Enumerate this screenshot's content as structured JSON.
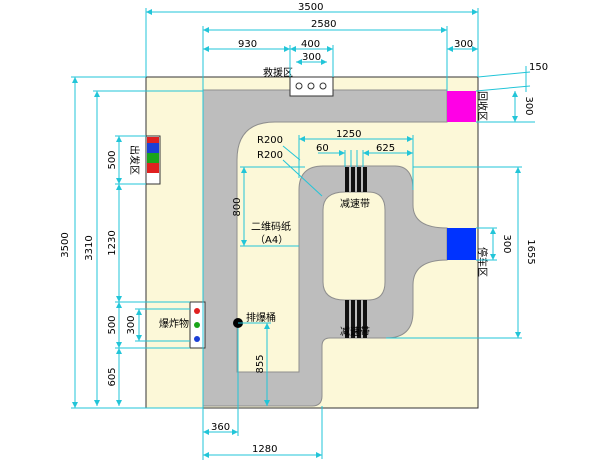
{
  "colors": {
    "board": "#fcf8d8",
    "track": "#bdbdbd",
    "track_edge": "#8e8e8e",
    "dim_line": "#22c5d8",
    "return_zone": "#ff00e6",
    "parking_zone": "#0033ff",
    "bump_stripe": "#111111"
  },
  "dimensions": {
    "total_width": "3500",
    "width_2580": "2580",
    "width_930": "930",
    "width_400": "400",
    "width_300_rescue": "300",
    "width_300_right": "300",
    "height_150": "150",
    "height_300_return": "300",
    "height_3500": "3500",
    "height_3310": "3310",
    "height_500_start": "500",
    "height_1230": "1230",
    "height_500_explosive": "500",
    "height_300_explosive": "300",
    "height_605": "605",
    "radius_1": "R200",
    "radius_2": "R200",
    "width_1250": "1250",
    "width_60": "60",
    "width_625": "625",
    "height_800": "800",
    "height_300_parking": "300",
    "height_1655": "1655",
    "height_855": "855",
    "width_360": "360",
    "width_1280": "1280"
  },
  "labels": {
    "rescue_zone": "救援区",
    "start_zone": "出发区",
    "return_zone": "回收区",
    "parking_zone": "停车区",
    "speed_bump_top": "减速带",
    "speed_bump_bottom": "减速带",
    "qr_code": "二维码纸",
    "qr_code_size": "（A4）",
    "explosive": "爆炸物",
    "bomb_bin": "排爆桶"
  }
}
